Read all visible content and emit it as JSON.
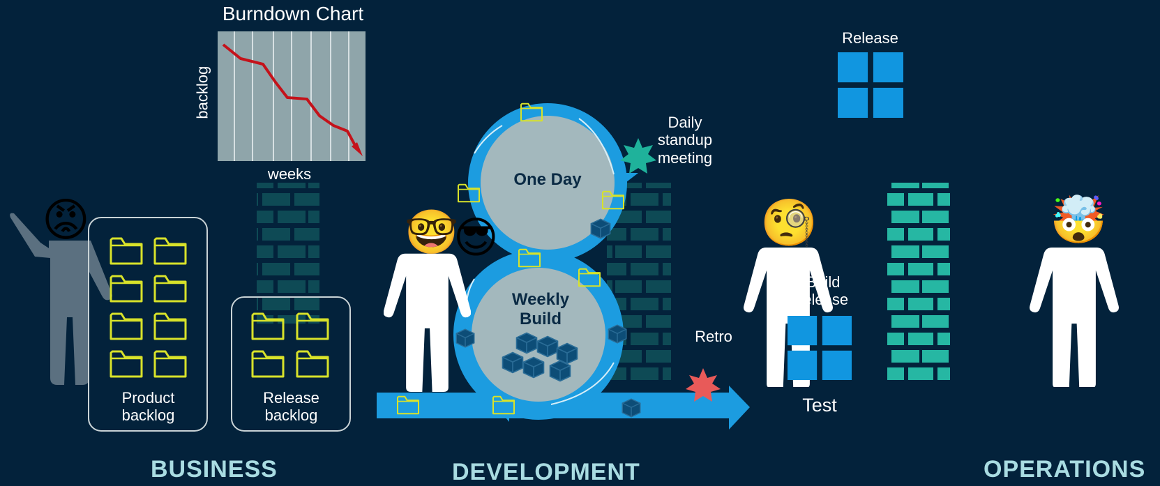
{
  "burndown": {
    "title": "Burndown Chart",
    "ylabel": "backlog",
    "xlabel": "weeks"
  },
  "backlogs": {
    "product": "Product backlog",
    "release": "Release backlog"
  },
  "cycle": {
    "one_day": "One Day",
    "weekly_build": "Weekly Build"
  },
  "events": {
    "daily_standup": "Daily standup meeting",
    "retro": "Retro"
  },
  "release": {
    "label": "Release",
    "build_release": "Build release",
    "test": "Test"
  },
  "sections": {
    "business": "BUSINESS",
    "development": "DEVELOPMENT",
    "operations": "OPERATIONS"
  },
  "colors": {
    "background": "#03223b",
    "flow_blue": "#1c9ce0",
    "circle_fill": "#a3b8bd",
    "folder": "#d8e22a",
    "wall_dark": "#0e4a55",
    "wall_teal": "#26b7a3",
    "burndown_line": "#c4121a",
    "section_text": "#a9dce2"
  },
  "icons": {
    "angry": "angry-face-icon",
    "nerd": "nerd-face-icon",
    "cool": "sunglasses-face-icon",
    "monocle": "monocle-face-icon",
    "exploding": "exploding-head-icon",
    "windows": "windows-logo-icon",
    "folder": "folder-icon",
    "cube": "cube-icon",
    "star": "starburst-icon"
  }
}
